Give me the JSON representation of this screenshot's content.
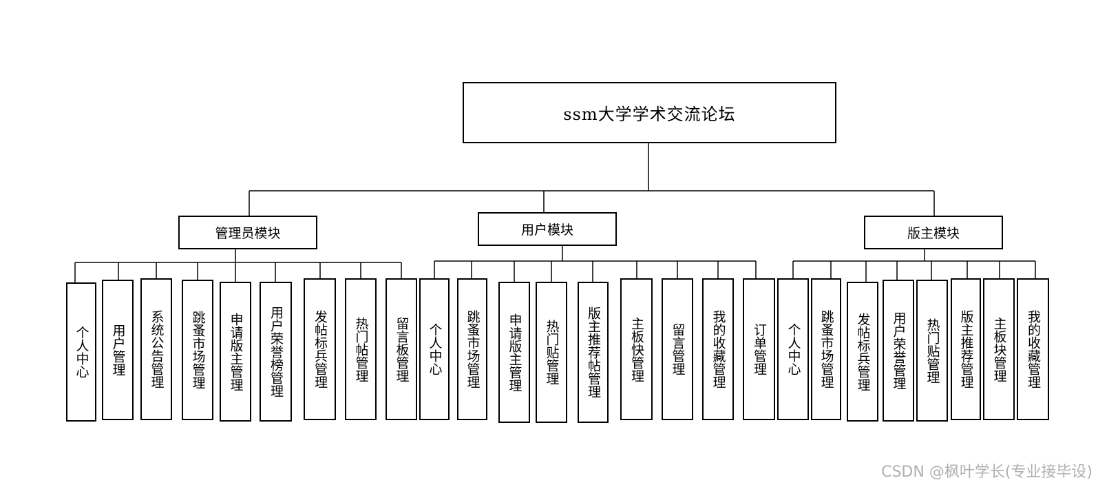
{
  "root": {
    "label": "ssm大学学术交流论坛"
  },
  "modules": [
    {
      "label": "管理员模块",
      "items": [
        "个人中心",
        "用户管理",
        "系统公告管理",
        "跳蚤市场管理",
        "申请版主管理",
        "用户荣誉榜管理",
        "发帖标兵管理",
        "热门帖管理",
        "留言板管理"
      ]
    },
    {
      "label": "用户模块",
      "items": [
        "个人中心",
        "跳蚤市场管理",
        "申请版主管理",
        "热门贴管理",
        "版主推荐帖管理",
        "主板快管理",
        "留言管理",
        "我的收藏管理",
        "订单管理"
      ]
    },
    {
      "label": "版主模块",
      "items": [
        "个人中心",
        "跳蚤市场管理",
        "发帖标兵管理",
        "用户荣誉管理",
        "热门贴管理",
        "版主推荐管理",
        "主板块管理",
        "我的收藏管理"
      ]
    }
  ],
  "watermark": "CSDN @枫叶学长(专业接毕设)"
}
